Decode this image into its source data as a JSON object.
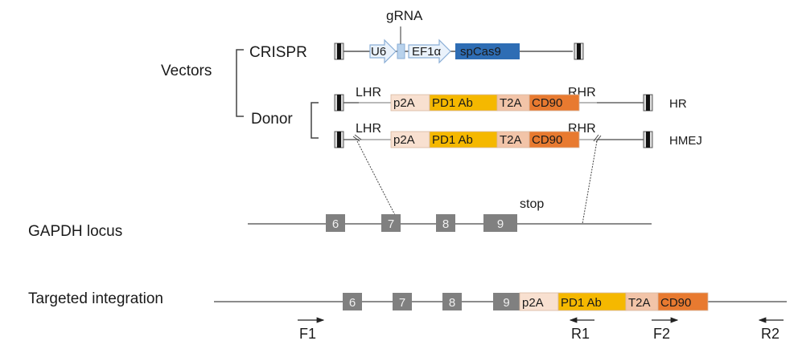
{
  "labels": {
    "vectors": "Vectors",
    "crispr": "CRISPR",
    "donor": "Donor",
    "gapdh_locus": "GAPDH locus",
    "targeted_integration": "Targeted integration",
    "grna": "gRNA",
    "stop": "stop",
    "hr": "HR",
    "hmej": "HMEJ",
    "lhr": "LHR",
    "rhr": "RHR"
  },
  "crispr_vector": {
    "u6": "U6",
    "ef1a": "EF1α",
    "cas9": "spCas9"
  },
  "cassette": [
    {
      "label": "p2A",
      "color": "#f8e0d0"
    },
    {
      "label": "PD1 Ab",
      "color": "#f5b800"
    },
    {
      "label": "T2A",
      "color": "#f2c4a8"
    },
    {
      "label": "CD90",
      "color": "#e87a30"
    }
  ],
  "exons": [
    "6",
    "7",
    "8",
    "9"
  ],
  "primers": {
    "f1": "F1",
    "r1": "R1",
    "f2": "F2",
    "r2": "R2"
  },
  "colors": {
    "cas9": "#2e6db4",
    "promoter_fill": "#eaf2fb",
    "promoter_stroke": "#8aaed6",
    "grna_fill": "#b8d2ec",
    "exon": "#808080",
    "line": "#555555"
  }
}
